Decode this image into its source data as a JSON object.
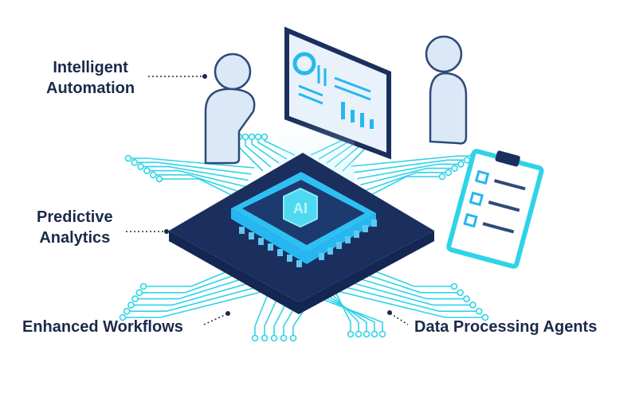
{
  "labels": {
    "intelligent_automation": [
      "Intelligent",
      "Automation"
    ],
    "predictive_analytics": [
      "Predictive",
      "Analytics"
    ],
    "enhanced_workflows": "Enhanced Workflows",
    "data_processing_agents": "Data Processing Agents"
  },
  "chip": {
    "badge": "AI"
  },
  "colors": {
    "navy": "#1b2f5e",
    "cyan": "#2fd3e8",
    "accent": "#27b7f0",
    "outline": "#2e4a7a",
    "figure_fill": "#dbe8f7"
  }
}
